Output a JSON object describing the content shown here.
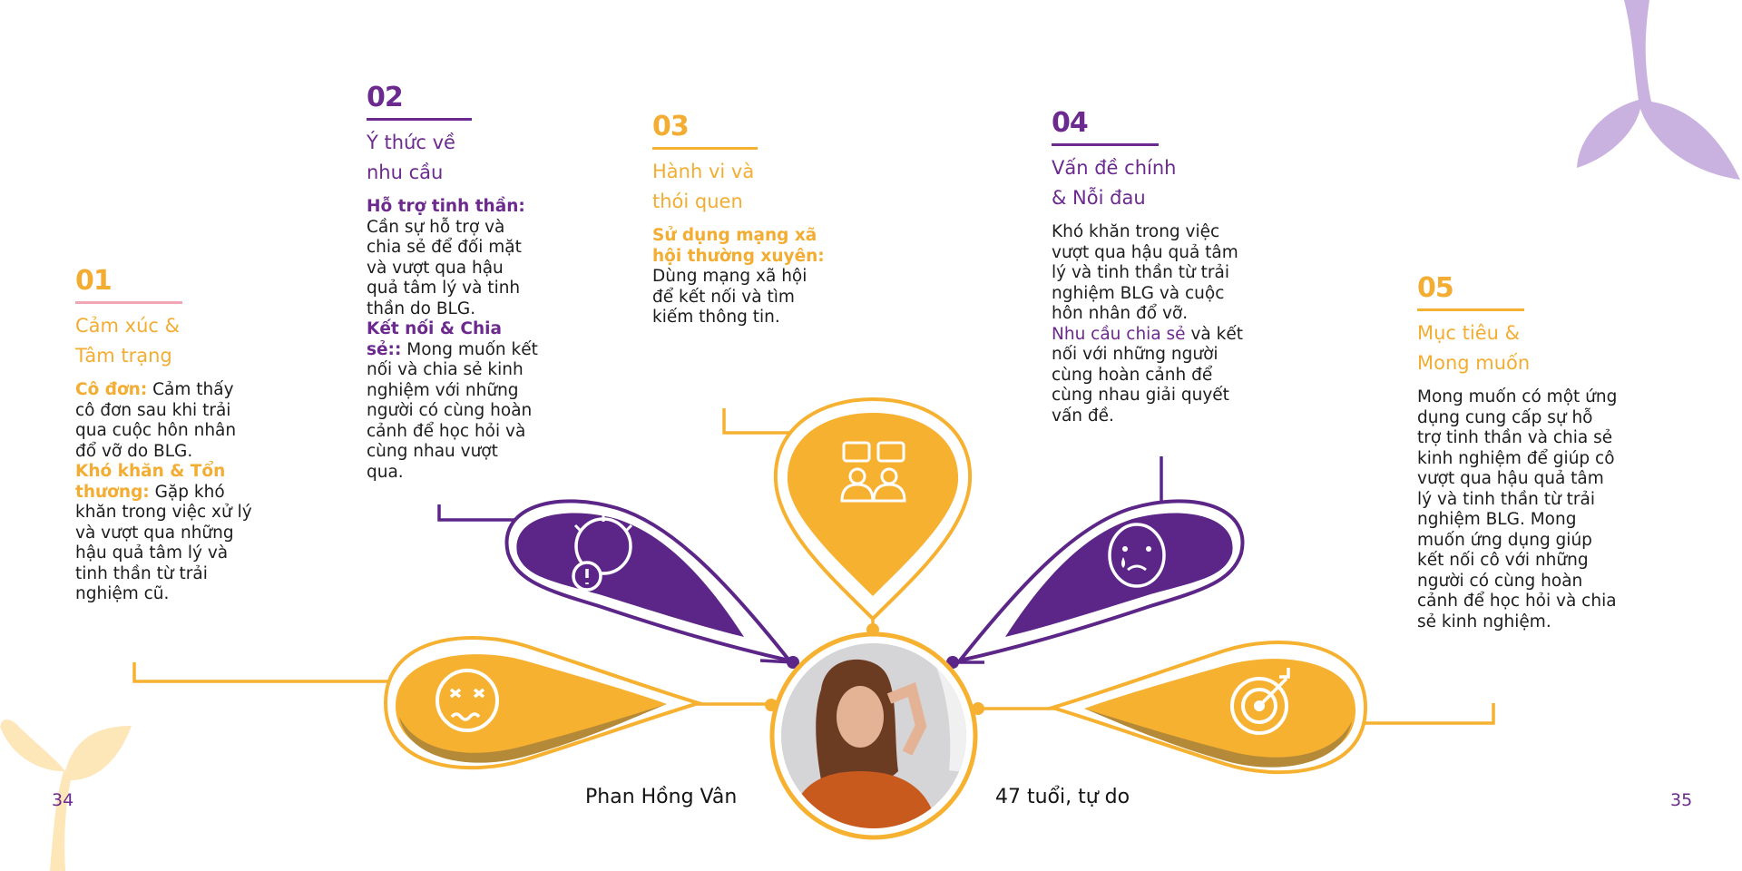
{
  "colors": {
    "purple": "#5c2588",
    "orange": "#f7b131",
    "pink": "#f0a6b5",
    "lilac": "#c9b2e0",
    "cream": "#fde6b8"
  },
  "sections": [
    {
      "number": "01",
      "heading": [
        "Cảm xúc &",
        "Tâm trạng"
      ],
      "paragraphs": [
        {
          "label": "Cô đơn:",
          "text": " Cảm thấy cô đơn sau khi trải qua cuộc hôn nhân đổ vỡ do BLG."
        },
        {
          "label": "Khó khăn & Tổn thương:",
          "text": " Gặp khó khăn trong việc xử lý và vượt qua những hậu quả tâm lý và tinh thần từ trải nghiệm cũ."
        }
      ]
    },
    {
      "number": "02",
      "heading": [
        "Ý thức về",
        "nhu cầu"
      ],
      "paragraphs": [
        {
          "label": "Hỗ trợ tinh thần:",
          "text": " Cần sự hỗ trợ và chia sẻ để đối mặt và vượt qua hậu quả tâm lý và tinh thần do BLG."
        },
        {
          "label": "Kết nối & Chia sẻ::",
          "text": " Mong muốn kết nối và chia sẻ kinh nghiệm với những người có cùng hoàn cảnh để học hỏi và cùng nhau vượt qua."
        }
      ]
    },
    {
      "number": "03",
      "heading": [
        "Hành vi và",
        "thói quen"
      ],
      "paragraphs": [
        {
          "label": "Sử dụng mạng xã hội thường xuyên:",
          "text": " Dùng mạng xã hội để kết nối và tìm kiếm thông tin."
        }
      ]
    },
    {
      "number": "04",
      "heading": [
        "Vấn đề chính",
        "& Nỗi đau"
      ],
      "paragraphs": [
        {
          "label": "",
          "text": "Khó khăn trong việc vượt qua hậu quả tâm lý và tinh thần từ trải nghiệm BLG và cuộc hôn nhân đổ vỡ."
        },
        {
          "label": "Nhu cầu chia sẻ",
          "text": " và kết nối với những người cùng hoàn cảnh để cùng nhau giải quyết vấn đề."
        }
      ]
    },
    {
      "number": "05",
      "heading": [
        "Mục tiêu &",
        "Mong muốn"
      ],
      "paragraphs": [
        {
          "label": "",
          "text": "Mong muốn có một ứng dụng cung cấp sự hỗ trợ tinh thần và chia sẻ kinh nghiệm để giúp cô vượt qua hậu quả tâm lý và tinh thần từ trải nghiệm BLG. Mong muốn ứng dụng giúp kết nối cô với những người có cùng hoàn cảnh để học hỏi và chia sẻ kinh nghiệm."
        }
      ]
    }
  ],
  "persona": {
    "name": "Phan Hồng Vân",
    "details": "47 tuổi, tự do"
  },
  "page_numbers": {
    "left": "34",
    "right": "35"
  },
  "icons": [
    "sad-face-icon",
    "brain-alert-icon",
    "chat-people-icon",
    "crying-face-icon",
    "target-icon"
  ]
}
